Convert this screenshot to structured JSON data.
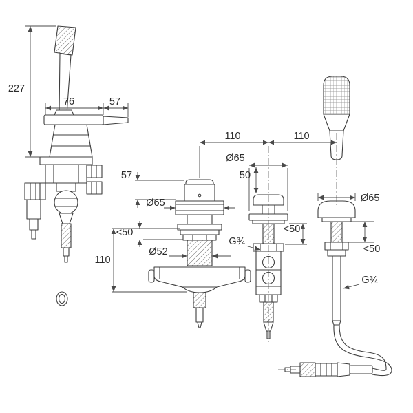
{
  "labels": {
    "handle_height": "227",
    "handle_offset": "76",
    "handle_depth": "57",
    "spacing_spout_diverter": "110",
    "spacing_diverter_shower": "110",
    "diverter_rosette_diameter": "Ø65",
    "diverter_height": "50",
    "spout_cap_height": "57",
    "spout_rosette_diameter": "Ø65",
    "spout_max_deck": "<50",
    "spout_shank_diameter": "Ø52",
    "spout_depth": "110",
    "diverter_thread": "G¾",
    "diverter_max_deck": "<50",
    "shower_rosette_diameter": "Ø65",
    "shower_max_deck": "<50",
    "shower_thread": "G¾"
  }
}
